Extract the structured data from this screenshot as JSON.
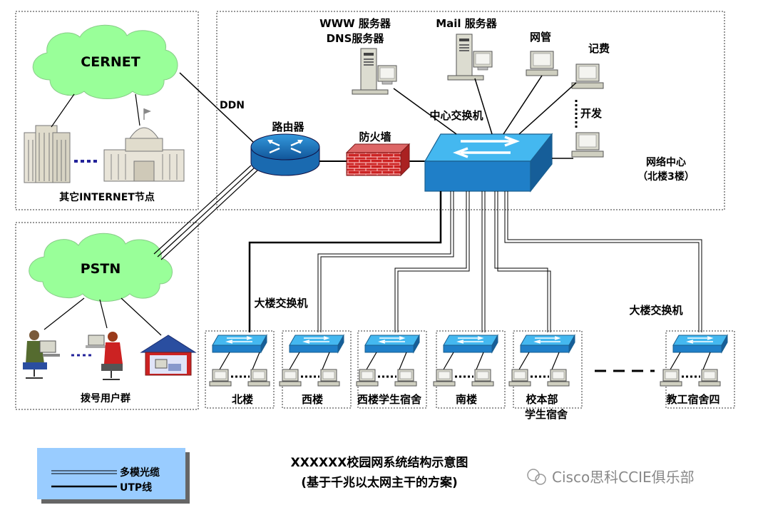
{
  "clouds": {
    "cernet": "CERNET",
    "pstn": "PSTN"
  },
  "labels": {
    "other_internet": "其它INTERNET节点",
    "dialup_users": "拨号用户群",
    "ddn": "DDN",
    "router": "路由器",
    "firewall": "防火墙",
    "core_switch": "中心交换机",
    "www_dns_line1": "WWW 服务器",
    "www_dns_line2": "DNS服务器",
    "mail_server": "Mail 服务器",
    "netmgmt": "网管",
    "billing": "记费",
    "development": "开发",
    "netcenter_line1": "网络中心",
    "netcenter_line2": "（北楼3楼）",
    "building_switch_left": "大楼交换机",
    "building_switch_right": "大楼交换机"
  },
  "buildings": [
    {
      "name": "北楼"
    },
    {
      "name": "西楼"
    },
    {
      "name": "西楼学生宿舍"
    },
    {
      "name": "南楼"
    },
    {
      "name": "校本部",
      "name2": "学生宿舍"
    },
    {
      "name": "教工宿舍四"
    }
  ],
  "legend": {
    "fiber": "多模光缆",
    "utp": "UTP线"
  },
  "title": {
    "line1": "XXXXXX校园网系统结构示意图",
    "line2": "(基于千兆以太网主干的方案)"
  },
  "watermark": "Cisco思科CCIE俱乐部",
  "colors": {
    "cloud": "#99ff99",
    "switch_top": "#33aaff",
    "switch_side": "#1177cc",
    "firewall": "#cc2222",
    "legend_bg": "#99ccff"
  }
}
